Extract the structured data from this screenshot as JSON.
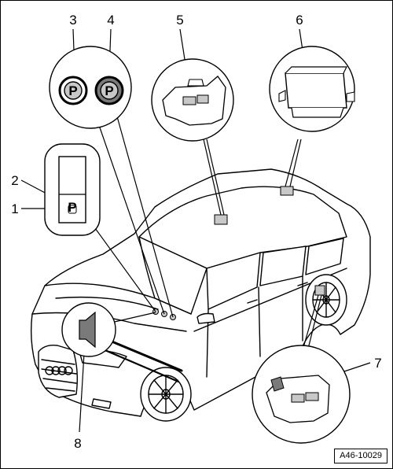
{
  "callouts": {
    "n1": "1",
    "n2": "2",
    "n3": "3",
    "n4": "4",
    "n5": "5",
    "n6": "6",
    "n7": "7",
    "n8": "8"
  },
  "icons": {
    "parking_lamp_label": "P",
    "switch_label": "P"
  },
  "reference_code": "A46-10029",
  "colors": {
    "line": "#000000",
    "grey": "#c8c8c8",
    "dark_grey": "#7a7a7a"
  }
}
